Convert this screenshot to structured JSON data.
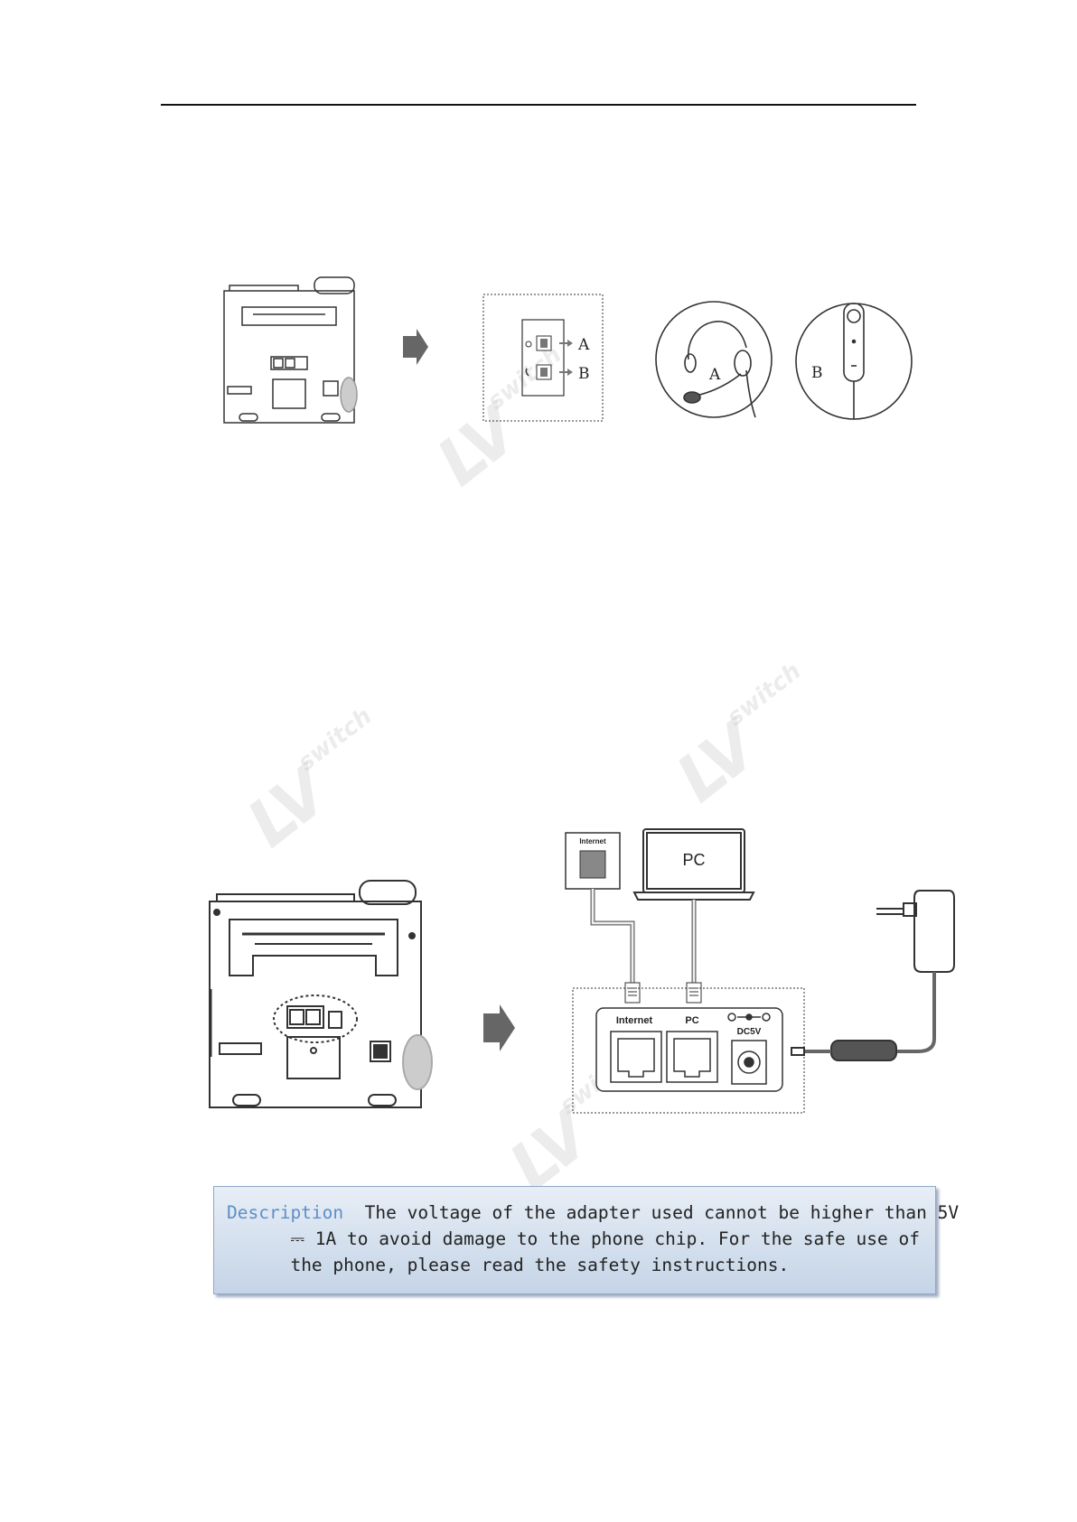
{
  "note": {
    "label": "Description",
    "line1": "The voltage of the adapter used cannot be higher than 5V",
    "line2": "⎓ 1A to avoid damage to the phone chip. For the safe use of",
    "line3": "the phone, please read the safety instructions."
  },
  "figure1": {
    "callout_a": "A",
    "callout_b": "B",
    "headset_label": "A",
    "handset_label": "B"
  },
  "figure2": {
    "wall_port_label": "Internet",
    "pc_label": "PC",
    "port_internet_label": "Internet",
    "port_pc_label": "PC",
    "port_power_label": "DC5V"
  },
  "watermark": {
    "big": "LV",
    "small": "switch"
  },
  "colors": {
    "note_keyword": "#5e8fc7",
    "note_border": "#8fa8c8"
  }
}
